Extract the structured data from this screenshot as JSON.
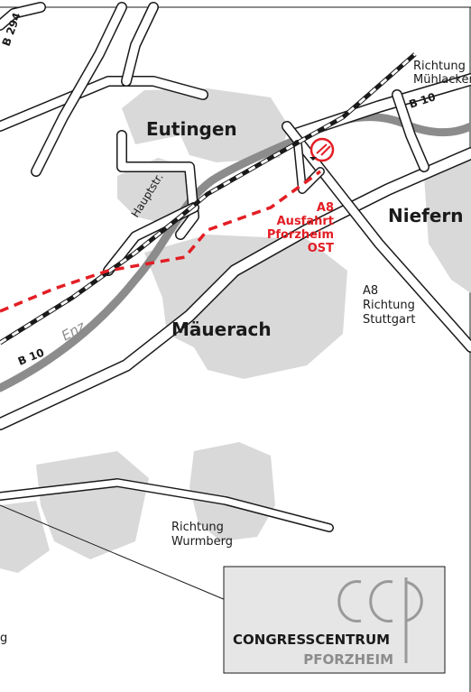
{
  "map": {
    "places": {
      "eutingen": "Eutingen",
      "niefern": "Niefern",
      "mauerach": "Mäuerach"
    },
    "roads": {
      "b294": "B 294",
      "b10_east": "B 10",
      "b10_west": "B 10",
      "hauptstr": "Hauptstr."
    },
    "river": "Enz",
    "exit": {
      "line1": "A8",
      "line2": "Ausfahrt",
      "line3": "Pforzheim",
      "line4": "OST"
    },
    "directions": {
      "muhlacker_1": "Richtung",
      "muhlacker_2": "Mühlacker",
      "stuttgart_1": "A8",
      "stuttgart_2": "Richtung",
      "stuttgart_3": "Stuttgart",
      "wurmberg_1": "Richtung",
      "wurmberg_2": "Wurmberg",
      "cut_off": "g"
    },
    "colors": {
      "urban_area": "#d9d9d9",
      "river": "#8c8c8c",
      "railway": "#1a1a1a",
      "route_highlight": "#e31e24",
      "logo_bg": "#e6e6e6"
    }
  },
  "logo": {
    "mark": "CCP",
    "line1": "CONGRESSCENTRUM",
    "line2": "PFORZHEIM"
  }
}
